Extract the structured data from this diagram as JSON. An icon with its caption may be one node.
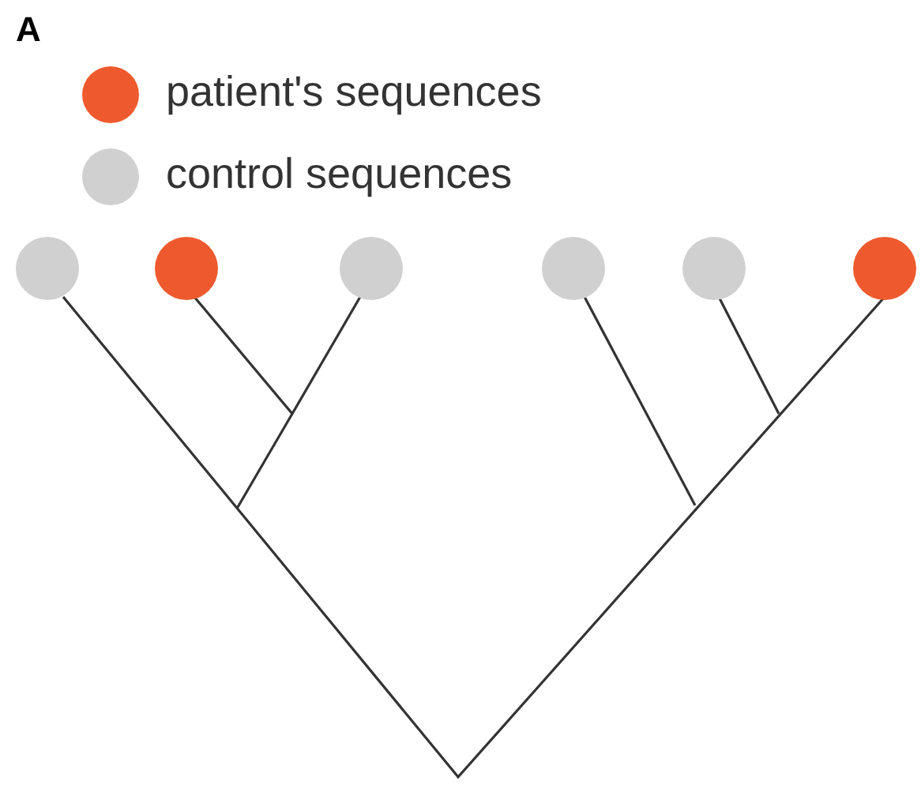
{
  "diagram": {
    "nodes": [
      {
        "text": [],
        "shape": "circle"
      },
      {
        "text": [],
        "shape": "circle"
      },
      {
        "text": [],
        "shape": "circle"
      },
      {
        "text": [],
        "shape": "circle"
      },
      {
        "text": [],
        "shape": "circle"
      },
      {
        "text": [],
        "shape": "circle"
      }
    ],
    "labels": [
      "A"
    ],
    "legend": [
      {
        "text": "patient's sequences",
        "color": "#ee5a2e"
      },
      {
        "text": "control sequences",
        "color": "#d0d0d0"
      }
    ]
  }
}
